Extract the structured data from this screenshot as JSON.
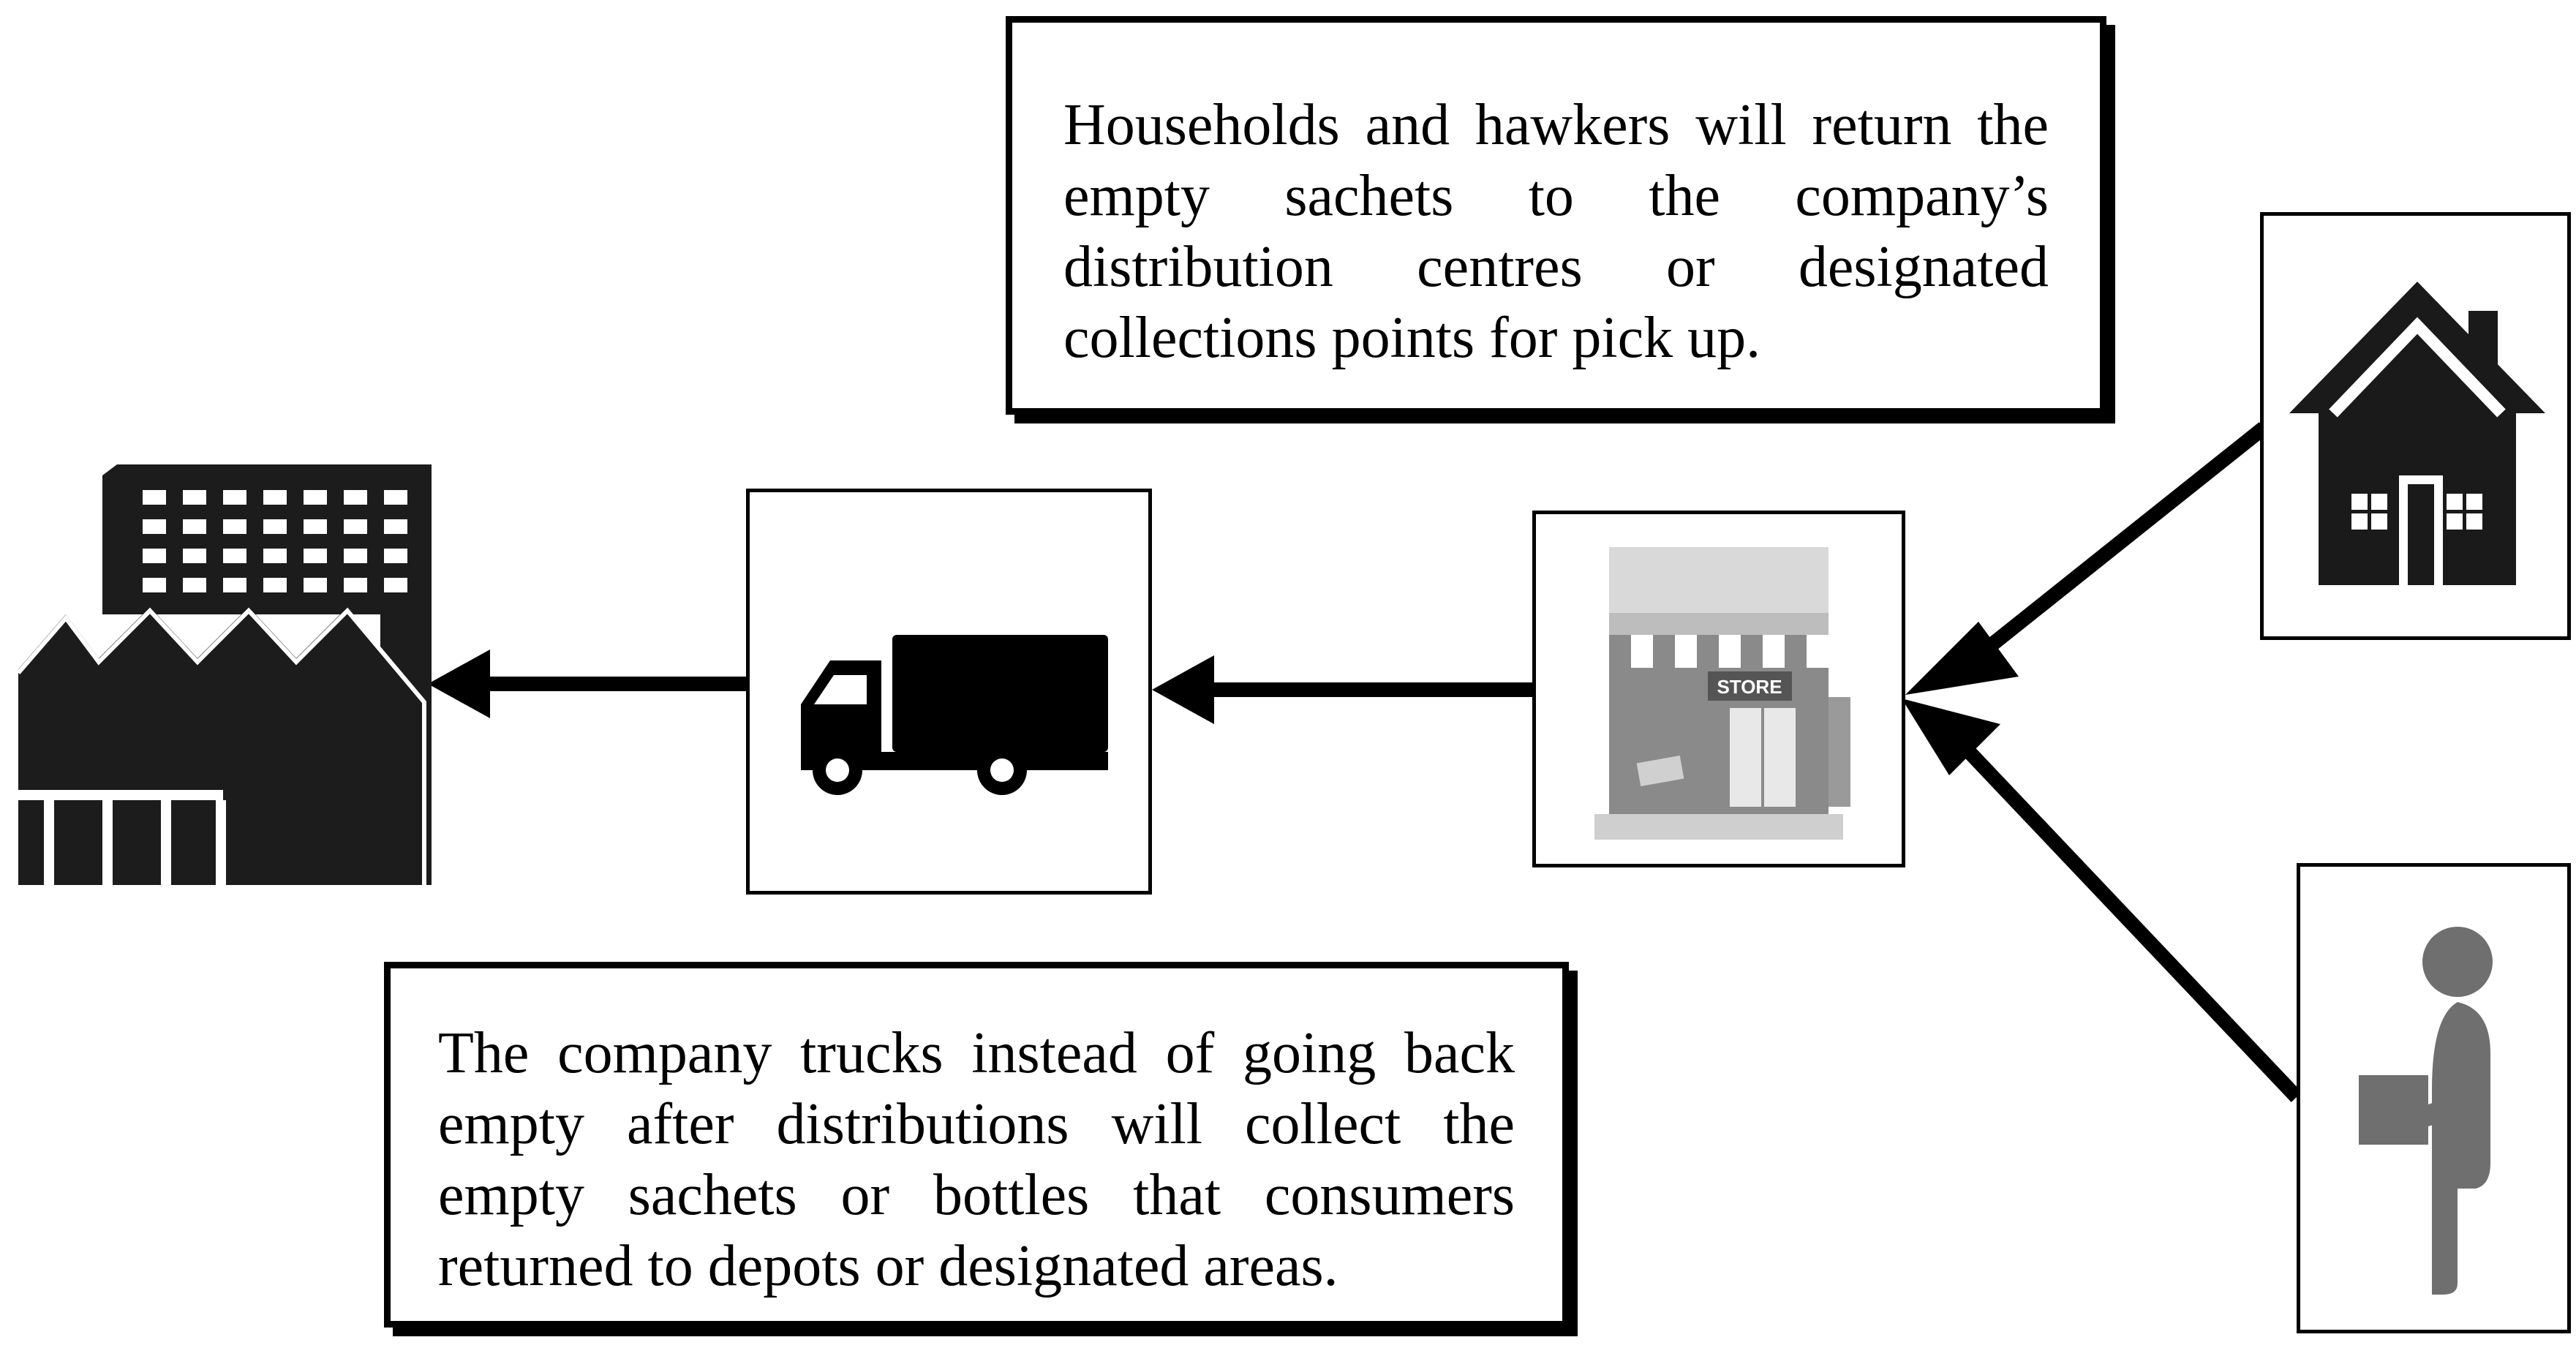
{
  "callouts": {
    "return_note": "Households and hawkers will return the empty sachets to the company’s distribution centres or designated collections points for pick up.",
    "truck_note": "The company trucks instead of going back empty after distributions will collect the empty sachets or bottles that consumers returned to depots or designated areas."
  },
  "nodes": {
    "factory_icon": "factory-icon",
    "truck_icon": "truck-icon",
    "store_icon": "store-icon",
    "store_sign": "STORE",
    "house_icon": "house-icon",
    "hawker_icon": "hawker-icon"
  },
  "colors": {
    "ink": "#000000",
    "background": "#ffffff",
    "store_gray": "#8a8a8a"
  }
}
